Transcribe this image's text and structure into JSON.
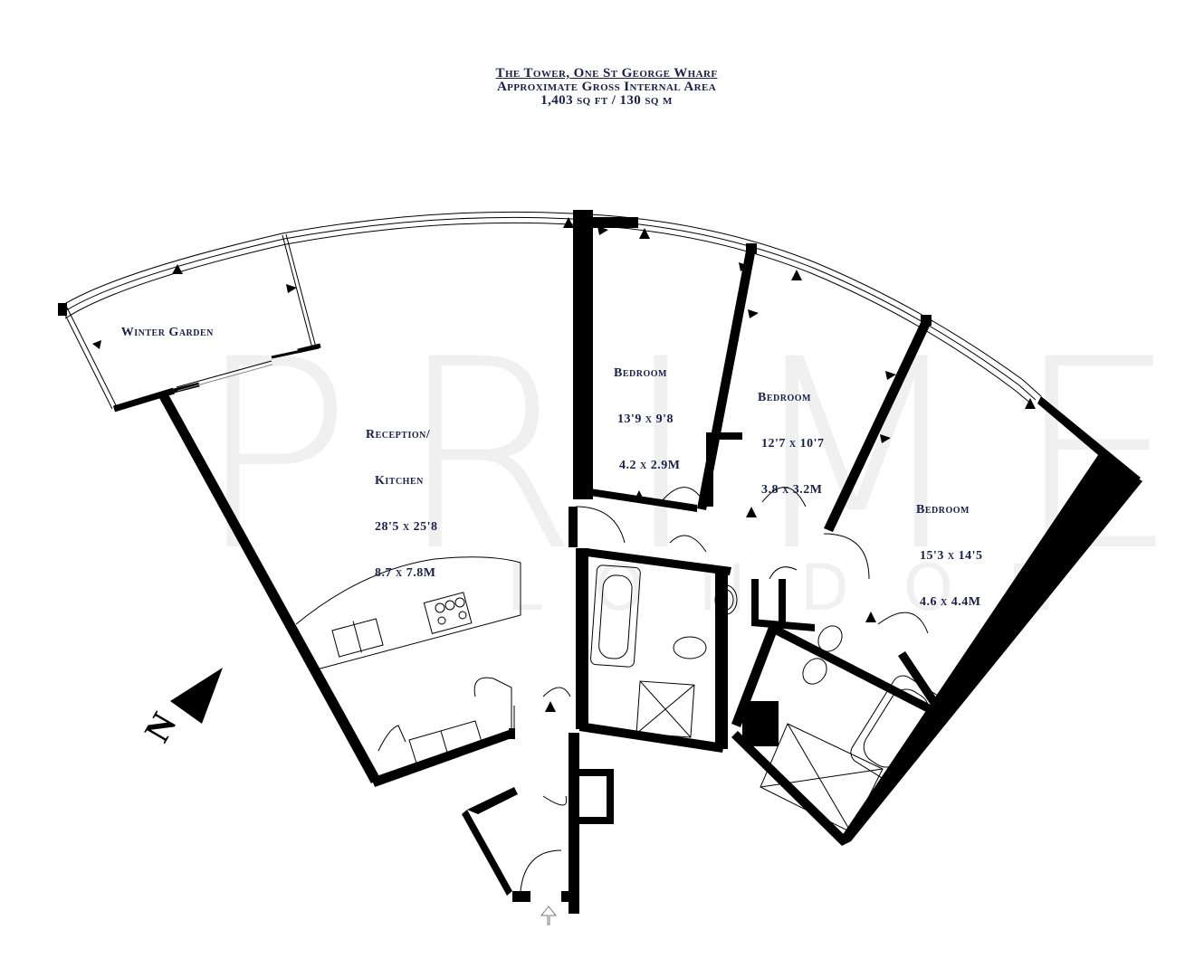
{
  "header": {
    "title": "The Tower, One St George Wharf",
    "subtitle": "Approximate Gross Internal Area",
    "area": "1,403 sq ft / 130 sq m"
  },
  "watermark": {
    "brand": "PRIME",
    "city": "LONDON"
  },
  "rooms": [
    {
      "name": "Winter Garden",
      "label": "Winter Garden",
      "dims_imperial": "",
      "dims_metric": ""
    },
    {
      "name": "Reception/Kitchen",
      "label_line1": "Reception/",
      "label_line2": "Kitchen",
      "dims_imperial": "28'5 x 25'8",
      "dims_metric": "8.7 x 7.8M"
    },
    {
      "name": "Bedroom 1",
      "label": "Bedroom",
      "dims_imperial": "13'9 x 9'8",
      "dims_metric": "4.2 x 2.9M"
    },
    {
      "name": "Bedroom 2",
      "label": "Bedroom",
      "dims_imperial": "12'7 x 10'7",
      "dims_metric": "3.8 x 3.2M"
    },
    {
      "name": "Bedroom 3",
      "label": "Bedroom",
      "dims_imperial": "15'3 x 14'5",
      "dims_metric": "4.6 x 4.4M"
    }
  ],
  "compass": {
    "label": "N",
    "icon": "north-arrow-icon"
  },
  "entrance": {
    "icon": "entrance-arrow-icon"
  },
  "colors": {
    "text": "#1a1f4a",
    "walls": "#000000",
    "background": "#ffffff",
    "watermark": "#efefef"
  }
}
